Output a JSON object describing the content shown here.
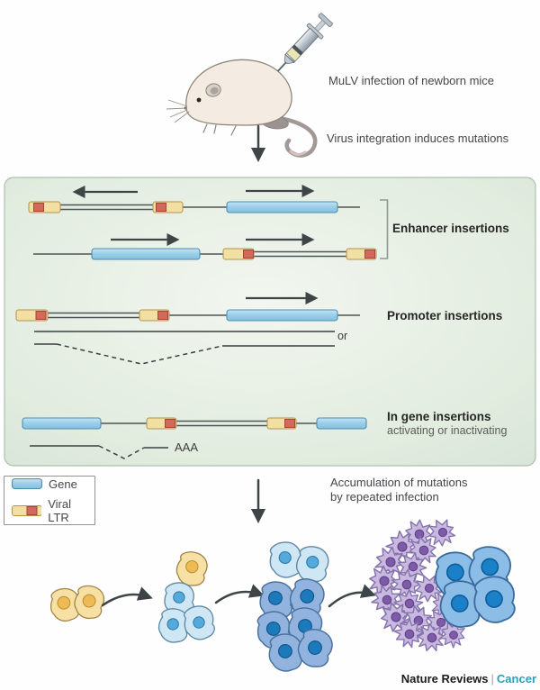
{
  "header": {
    "caption1": "MuLV infection of newborn mice",
    "caption2": "Virus integration induces mutations"
  },
  "panel": {
    "sections": {
      "enhancer": {
        "label": "Enhancer insertions"
      },
      "promoter": {
        "label": "Promoter insertions"
      },
      "ingene": {
        "label": "In gene insertions",
        "sublabel": "activating or inactivating"
      }
    },
    "or_label": "or",
    "polya_label": "AAA"
  },
  "legend": {
    "gene_label": "Gene",
    "viral_ltr_label": "Viral LTR"
  },
  "accumulation": {
    "caption1": "Accumulation of mutations",
    "caption2": "by repeated infection"
  },
  "footer": {
    "brand": "Nature Reviews",
    "separator": "|",
    "journal": "Cancer"
  },
  "colors": {
    "gene_blue": "#8cc8e6",
    "ltr_yellow": "#f2dfa4",
    "ltr_red": "#d4685c",
    "panel_green": "#dde9dd",
    "arrow_dark": "#3d4547",
    "journal_teal": "#2b9fbc",
    "cell_yellow": "#f6e0a4",
    "cell_light_blue": "#cfe6f4",
    "cell_blue": "#92b3dd",
    "tumor_blue": "#8cbde7",
    "tumor_purple": "#c9b9e0"
  }
}
